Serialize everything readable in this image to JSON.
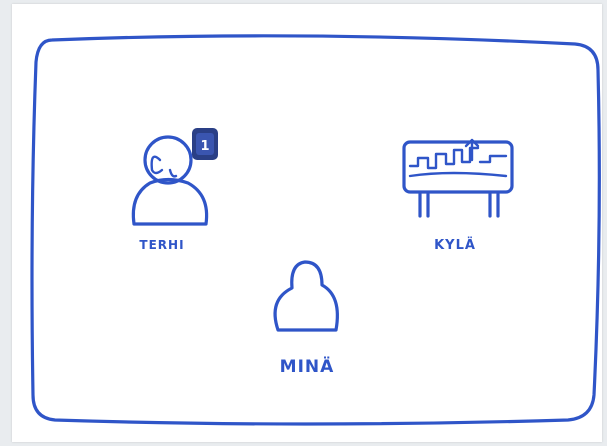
{
  "labels": {
    "terhi": "TERHI",
    "kyla": "KYLÄ",
    "mina": "MINÄ"
  },
  "badge": {
    "count": "1"
  },
  "icons": {
    "person_with_notification": "person-with-badge-icon",
    "village_signboard": "village-billboard-icon",
    "person": "person-icon"
  },
  "colors": {
    "marker": "#2f55c8",
    "badge": "#2a3f86",
    "paper": "#ffffff",
    "background": "#e9ecef"
  }
}
